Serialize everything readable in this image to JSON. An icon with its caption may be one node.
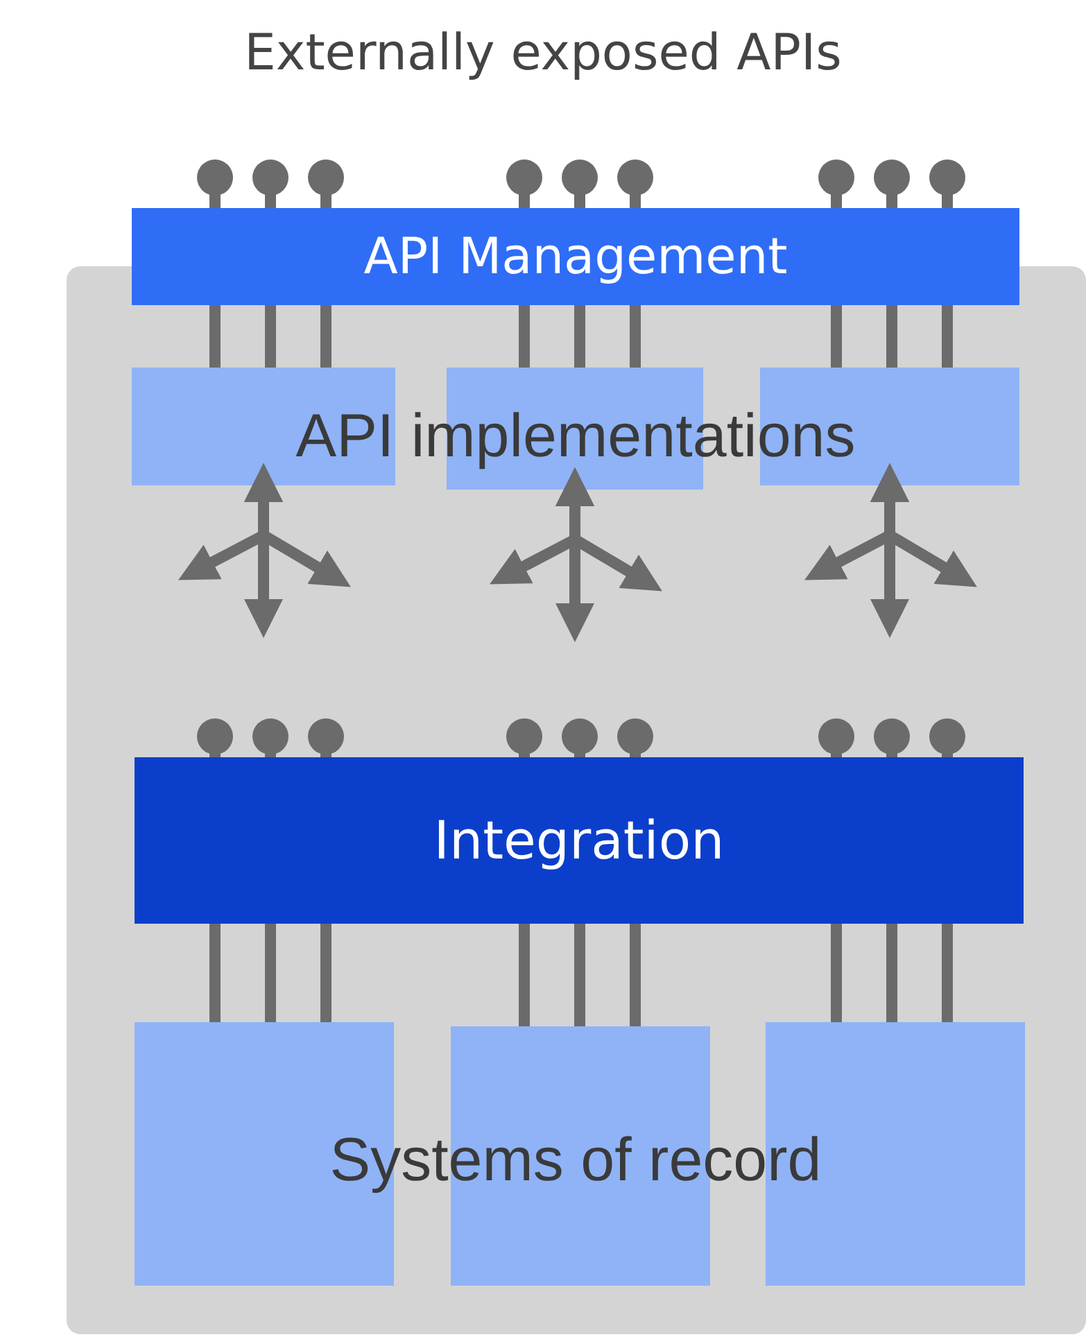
{
  "diagram": {
    "title": "Externally exposed APIs",
    "nodes": [
      {
        "text": [
          "API Management"
        ]
      },
      {
        "text": [],
        "shape": "box"
      },
      {
        "text": [],
        "shape": "box",
        "in": 1
      },
      {
        "text": [],
        "shape": "box",
        "in": 1
      },
      {
        "text": [],
        "shape": "box",
        "in": 1
      },
      {
        "text": [
          "Integration"
        ],
        "in": 1
      },
      {
        "text": [],
        "shape": "box",
        "in": 1
      },
      {
        "text": [],
        "shape": "box",
        "in": 1
      },
      {
        "text": [],
        "shape": "box",
        "in": 1
      }
    ],
    "edges": [
      {
        "from": 0,
        "to": null,
        "arrow": "other"
      },
      {
        "from": 0,
        "to": null,
        "arrow": "other"
      },
      {
        "from": 0,
        "to": null,
        "arrow": "other"
      },
      {
        "from": 0,
        "to": null,
        "arrow": "other"
      },
      {
        "from": 0,
        "to": null,
        "arrow": "other"
      },
      {
        "from": 0,
        "to": null,
        "arrow": "other"
      },
      {
        "from": 0,
        "to": null,
        "arrow": "other"
      },
      {
        "from": 0,
        "to": null,
        "arrow": "other"
      },
      {
        "from": 0,
        "to": null,
        "arrow": "other"
      },
      {
        "from": 0,
        "to": 2,
        "arrow": "none"
      },
      {
        "from": 0,
        "to": 2,
        "arrow": "none"
      },
      {
        "from": 0,
        "to": 2,
        "arrow": "none"
      },
      {
        "from": 0,
        "to": 3,
        "arrow": "none"
      },
      {
        "from": 0,
        "to": 3,
        "arrow": "none"
      },
      {
        "from": 0,
        "to": 3,
        "arrow": "none"
      },
      {
        "from": 0,
        "to": 4,
        "arrow": "none"
      },
      {
        "from": 0,
        "to": 4,
        "arrow": "none"
      },
      {
        "from": 0,
        "to": 4,
        "arrow": "none"
      },
      {
        "from": 2,
        "to": null,
        "arrow": "both"
      },
      {
        "from": 2,
        "to": null,
        "arrow": "both"
      },
      {
        "from": 2,
        "to": null,
        "arrow": "both"
      },
      {
        "from": 3,
        "to": null,
        "arrow": "both"
      },
      {
        "from": 3,
        "to": null,
        "arrow": "both"
      },
      {
        "from": 3,
        "to": null,
        "arrow": "both"
      },
      {
        "from": 4,
        "to": null,
        "arrow": "both"
      },
      {
        "from": 4,
        "to": null,
        "arrow": "both"
      },
      {
        "from": 4,
        "to": null,
        "arrow": "both"
      },
      {
        "from": 5,
        "to": null,
        "arrow": "other"
      },
      {
        "from": 5,
        "to": null,
        "arrow": "other"
      },
      {
        "from": 5,
        "to": null,
        "arrow": "other"
      },
      {
        "from": 5,
        "to": null,
        "arrow": "other"
      },
      {
        "from": 5,
        "to": null,
        "arrow": "other"
      },
      {
        "from": 5,
        "to": null,
        "arrow": "other"
      },
      {
        "from": 5,
        "to": null,
        "arrow": "other"
      },
      {
        "from": 5,
        "to": null,
        "arrow": "other"
      },
      {
        "from": 5,
        "to": null,
        "arrow": "other"
      },
      {
        "from": 5,
        "to": 6,
        "arrow": "none"
      },
      {
        "from": 5,
        "to": 6,
        "arrow": "none"
      },
      {
        "from": 5,
        "to": 6,
        "arrow": "none"
      },
      {
        "from": 5,
        "to": 7,
        "arrow": "none"
      },
      {
        "from": 5,
        "to": 7,
        "arrow": "none"
      },
      {
        "from": 5,
        "to": 7,
        "arrow": "none"
      },
      {
        "from": 5,
        "to": 8,
        "arrow": "none"
      },
      {
        "from": 5,
        "to": 8,
        "arrow": "none"
      },
      {
        "from": 5,
        "to": 8,
        "arrow": "none"
      }
    ],
    "labels": [
      "API implementations",
      "Systems of record"
    ]
  }
}
